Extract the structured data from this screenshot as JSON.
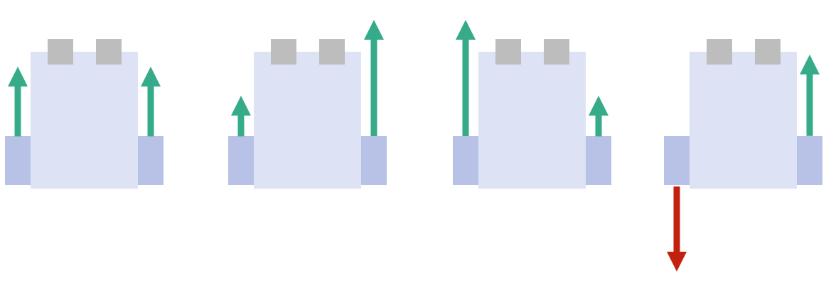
{
  "colors": {
    "background": "#ffffff",
    "body": "#dde2f4",
    "sensor": "#bdbdbd",
    "wheel": "#b8c2e7",
    "forward_arrow": "#36ab8a",
    "reverse_arrow": "#c4200f"
  },
  "robots": [
    {
      "wheels": {
        "left": {
          "direction": "forward",
          "speed": 0.6
        },
        "right": {
          "direction": "forward",
          "speed": 0.6
        }
      }
    },
    {
      "wheels": {
        "left": {
          "direction": "forward",
          "speed": 0.35
        },
        "right": {
          "direction": "forward",
          "speed": 1.0
        }
      }
    },
    {
      "wheels": {
        "left": {
          "direction": "forward",
          "speed": 1.0
        },
        "right": {
          "direction": "forward",
          "speed": 0.35
        }
      }
    },
    {
      "wheels": {
        "left": {
          "direction": "reverse",
          "speed": 0.75
        },
        "right": {
          "direction": "forward",
          "speed": 0.7
        }
      }
    }
  ]
}
